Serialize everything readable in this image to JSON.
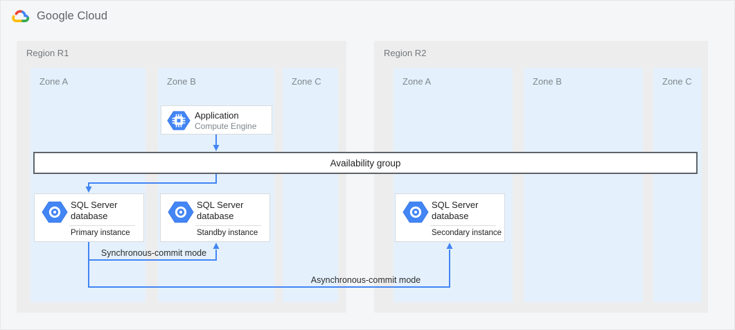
{
  "header": {
    "logo": "Google Cloud"
  },
  "regions": [
    {
      "label": "Region R1",
      "zones": [
        {
          "label": "Zone A"
        },
        {
          "label": "Zone B"
        },
        {
          "label": "Zone C"
        }
      ]
    },
    {
      "label": "Region R2",
      "zones": [
        {
          "label": "Zone A"
        },
        {
          "label": "Zone B"
        },
        {
          "label": "Zone C"
        }
      ]
    }
  ],
  "nodes": {
    "application": {
      "title": "Application",
      "subtitle": "Compute Engine",
      "icon": "compute-engine-icon"
    },
    "availability_group": {
      "label": "Availability group"
    },
    "primary_db": {
      "title": "SQL Server database",
      "instance": "Primary instance",
      "icon": "cloud-sql-icon"
    },
    "standby_db": {
      "title": "SQL Server database",
      "instance": "Standby instance",
      "icon": "cloud-sql-icon"
    },
    "secondary_db": {
      "title": "SQL Server database",
      "instance": "Secondary instance",
      "icon": "cloud-sql-icon"
    }
  },
  "connectors": {
    "sync_label": "Synchronous-commit mode",
    "async_label": "Asynchronous-commit mode"
  },
  "colors": {
    "accent_blue": "#4285f4",
    "logo_red": "#ea4335",
    "logo_yellow": "#fbbc05",
    "logo_green": "#34a853",
    "zone_fill": "#e4f1fc",
    "region_fill": "#ededee",
    "bar_border": "#5f6368"
  }
}
